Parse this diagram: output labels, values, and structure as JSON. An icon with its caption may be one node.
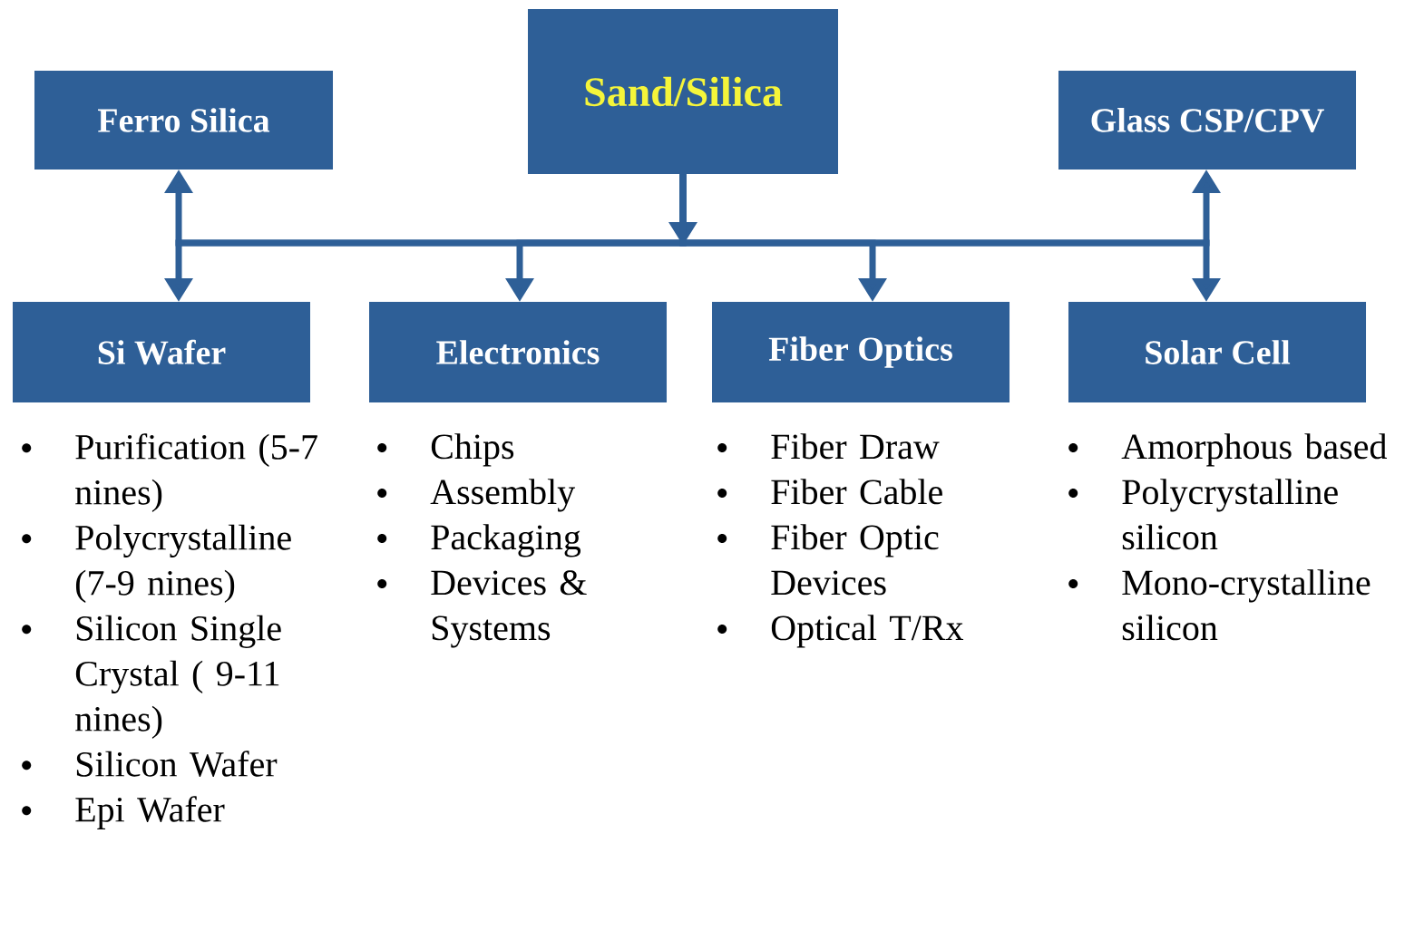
{
  "diagram": {
    "nodes": [
      {
        "text": [
          "Sand/Silica"
        ]
      },
      {
        "text": [
          "Ferro Silica"
        ]
      },
      {
        "text": [
          "Glass CSP/CPV"
        ]
      },
      {
        "text": [
          "Si Wafer"
        ],
        "beside": [
          "Purification (5-7 nines)",
          "Polycrystalline (7-9 nines)",
          "Silicon Single Crystal ( 9-11 nines)",
          "Silicon Wafer",
          "Epi Wafer"
        ]
      },
      {
        "text": [
          "Electronics"
        ],
        "beside": [
          "Chips",
          "Assembly",
          "Packaging",
          "Devices & Systems"
        ]
      },
      {
        "text": [
          "Fiber Optics"
        ],
        "beside": [
          "Fiber Draw",
          "Fiber Cable",
          "Fiber Optic Devices",
          "Optical T/Rx"
        ]
      },
      {
        "text": [
          "Solar Cell"
        ],
        "beside": [
          "Amorphous based",
          "Polycrystalline silicon",
          "Mono-crystalline silicon"
        ]
      }
    ],
    "edges": [
      {
        "from": 0,
        "to": 1,
        "arrow": "to"
      },
      {
        "from": 0,
        "to": 2,
        "arrow": "to"
      },
      {
        "from": 0,
        "to": 3,
        "arrow": "to"
      },
      {
        "from": 0,
        "to": 4,
        "arrow": "to"
      },
      {
        "from": 0,
        "to": 5,
        "arrow": "to"
      },
      {
        "from": 0,
        "to": 6,
        "arrow": "to"
      }
    ]
  }
}
